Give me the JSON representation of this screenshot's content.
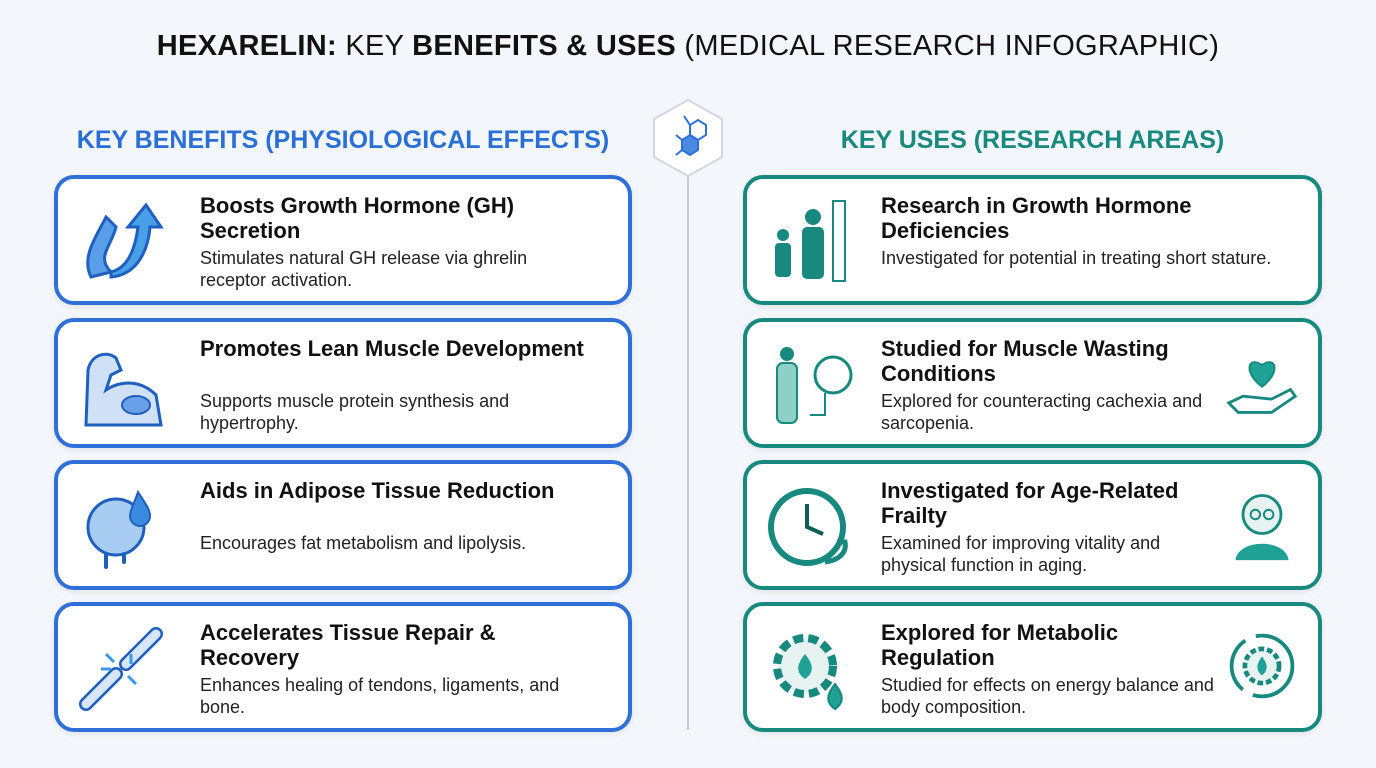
{
  "title": {
    "bold1": "HEXARELIN:",
    "plain1": "KEY",
    "bold2": "BENEFITS & USES",
    "plain2": "(MEDICAL RESEARCH INFOGRAPHIC)"
  },
  "benefits": {
    "heading": "KEY BENEFITS (PHYSIOLOGICAL EFFECTS)",
    "items": [
      {
        "title": "Boosts Growth Hormone (GH) Secretion",
        "desc": "Stimulates natural GH release via ghrelin receptor activation.",
        "icon": "upward-arrow-icon"
      },
      {
        "title": "Promotes Lean Muscle Development",
        "desc": "Supports muscle protein synthesis and hypertrophy.",
        "icon": "flexed-arm-icon"
      },
      {
        "title": "Aids in Adipose Tissue Reduction",
        "desc": "Encourages fat metabolism and lipolysis.",
        "icon": "fat-droplet-icon"
      },
      {
        "title": "Accelerates Tissue Repair & Recovery",
        "desc": "Enhances healing of tendons, ligaments, and bone.",
        "icon": "broken-bone-icon"
      }
    ]
  },
  "uses": {
    "heading": "KEY USES (RESEARCH AREAS)",
    "items": [
      {
        "title": "Research in Growth Hormone Deficiencies",
        "desc": "Investigated for potential in treating short stature.",
        "icon": "height-measure-icon"
      },
      {
        "title": "Studied for Muscle Wasting Conditions",
        "desc": "Explored for counteracting cachexia and sarcopenia.",
        "icon": "body-scan-icon"
      },
      {
        "title": "Investigated for Age-Related Frailty",
        "desc": "Examined for improving vitality and physical function in aging.",
        "icon": "clock-icon"
      },
      {
        "title": "Explored for Metabolic Regulation",
        "desc": "Studied for effects on energy balance and body composition.",
        "icon": "gear-flame-icon"
      }
    ]
  },
  "colors": {
    "blue": "#2f6fd8",
    "teal": "#17897f"
  }
}
